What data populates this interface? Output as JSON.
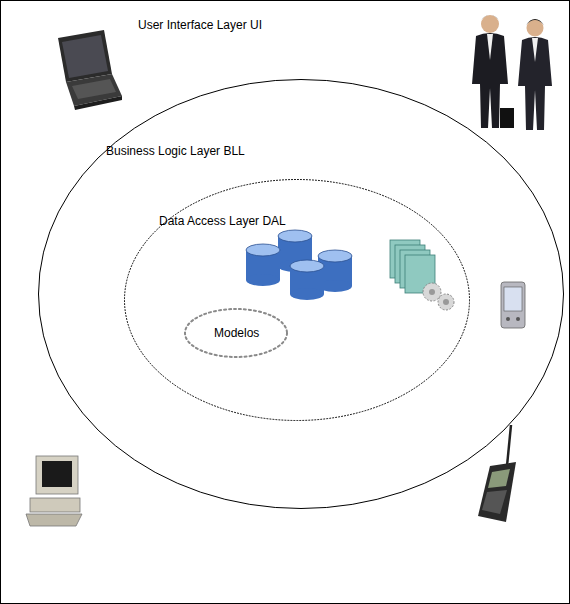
{
  "diagram": {
    "nodes": [
      {
        "text": [
          "User Interface Layer UI"
        ]
      },
      {
        "text": [
          "Business Logic Layer BLL"
        ],
        "in": 0
      },
      {
        "text": [
          "Data Access Layer DAL"
        ],
        "in": 1
      },
      {
        "text": [
          "Modelos"
        ],
        "in": 2
      }
    ]
  }
}
